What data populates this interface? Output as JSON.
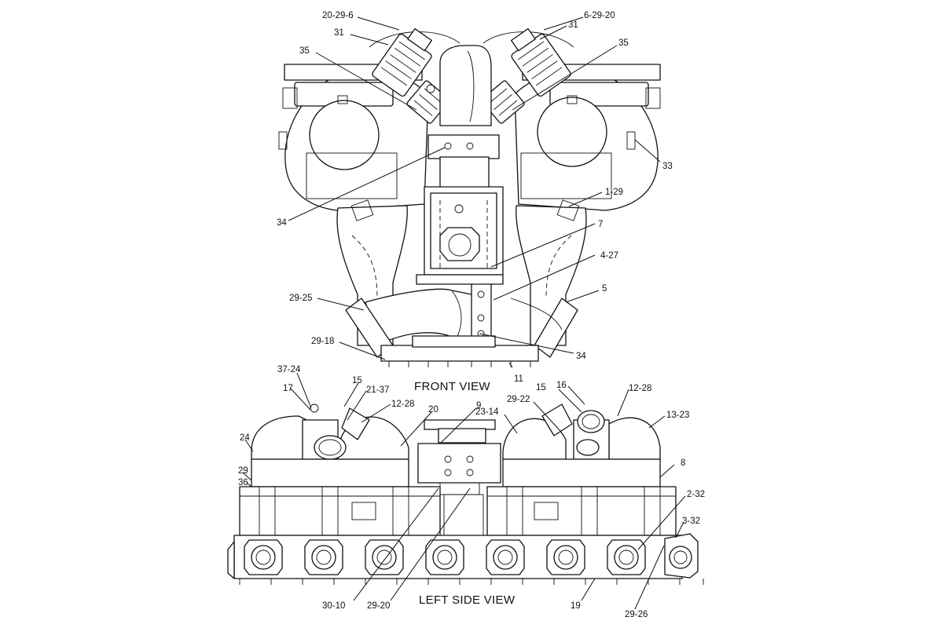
{
  "views": {
    "front_title": "FRONT VIEW",
    "side_title": "LEFT SIDE VIEW"
  },
  "callouts": {
    "front": {
      "c20_29_6": "20-29-6",
      "c6_29_20": "6-29-20",
      "c31_left": "31",
      "c31_right": "31",
      "c35_left": "35",
      "c35_right": "35",
      "c33": "33",
      "c34_upper": "34",
      "c1_29": "1-29",
      "c7": "7",
      "c4_27": "4-27",
      "c29_25": "29-25",
      "c5": "5",
      "c29_18": "29-18",
      "c34_lower": "34",
      "c11": "11"
    },
    "side": {
      "c37_24": "37-24",
      "c17": "17",
      "c15_left": "15",
      "c21_37": "21-37",
      "c12_28_left": "12-28",
      "c20": "20",
      "c9": "9",
      "c23_14": "23-14",
      "c29_22": "29-22",
      "c15_right": "15",
      "c16": "16",
      "c12_28_right": "12-28",
      "c13_23": "13-23",
      "c24": "24",
      "c29": "29",
      "c36": "36",
      "c8": "8",
      "c2_32": "2-32",
      "c3_32": "3-32",
      "c30_10": "30-10",
      "c29_20": "29-20",
      "c19": "19",
      "c29_26": "29-26"
    }
  }
}
